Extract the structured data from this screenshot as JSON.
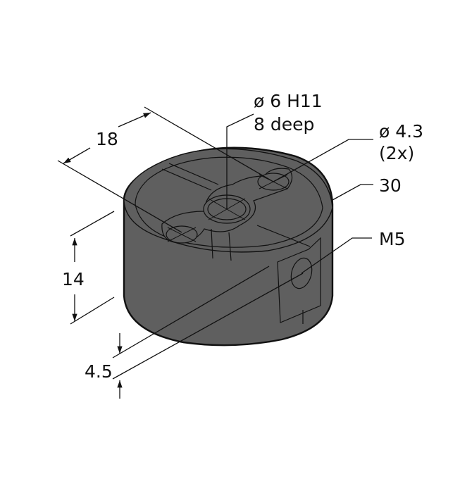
{
  "drawing": {
    "body_color": "#5f5f5f",
    "line_color": "#111111",
    "labels": {
      "hole_center_dia": "ø 6 H11",
      "hole_center_depth": "8 deep",
      "hole_side_dia": "ø 4.3",
      "hole_side_count": "(2x)",
      "outer_dia": "30",
      "thread": "M5",
      "hole_spacing": "18",
      "height": "14",
      "thread_offset": "4.5"
    }
  }
}
